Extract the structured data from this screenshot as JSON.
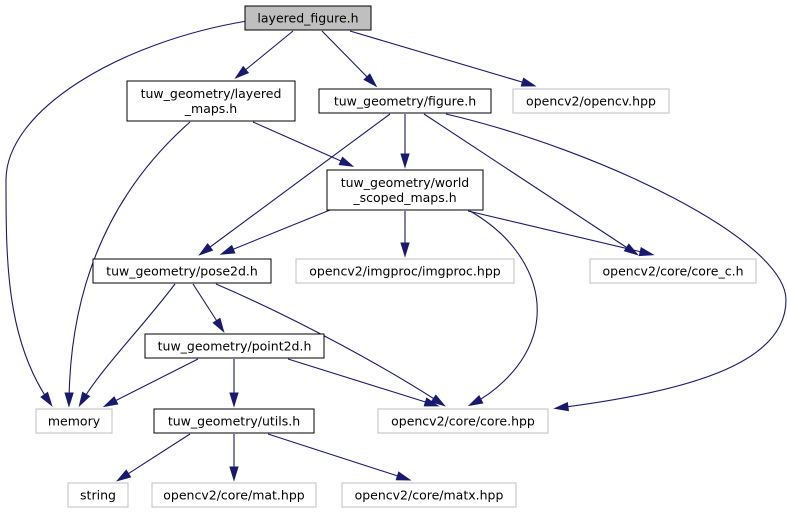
{
  "colors": {
    "edge": "#191970",
    "root_fill": "#bfbfbf",
    "root_border": "#000000",
    "documented_border": "#000000",
    "external_border": "#bfbfbf",
    "text": "#000000"
  },
  "nodes": [
    {
      "id": "layered_figure",
      "lines": [
        "layered_figure.h"
      ],
      "kind": "root"
    },
    {
      "id": "layered_maps",
      "lines": [
        "tuw_geometry/layered",
        "_maps.h"
      ],
      "kind": "documented"
    },
    {
      "id": "figure",
      "lines": [
        "tuw_geometry/figure.h"
      ],
      "kind": "documented"
    },
    {
      "id": "opencv",
      "lines": [
        "opencv2/opencv.hpp"
      ],
      "kind": "external"
    },
    {
      "id": "world_scoped",
      "lines": [
        "tuw_geometry/world",
        "_scoped_maps.h"
      ],
      "kind": "documented"
    },
    {
      "id": "pose2d",
      "lines": [
        "tuw_geometry/pose2d.h"
      ],
      "kind": "documented"
    },
    {
      "id": "imgproc",
      "lines": [
        "opencv2/imgproc/imgproc.hpp"
      ],
      "kind": "external"
    },
    {
      "id": "core_c",
      "lines": [
        "opencv2/core/core_c.h"
      ],
      "kind": "external"
    },
    {
      "id": "point2d",
      "lines": [
        "tuw_geometry/point2d.h"
      ],
      "kind": "documented"
    },
    {
      "id": "memory",
      "lines": [
        "memory"
      ],
      "kind": "external"
    },
    {
      "id": "core_hpp",
      "lines": [
        "opencv2/core/core.hpp"
      ],
      "kind": "external"
    },
    {
      "id": "utils",
      "lines": [
        "tuw_geometry/utils.h"
      ],
      "kind": "documented"
    },
    {
      "id": "string",
      "lines": [
        "string"
      ],
      "kind": "external"
    },
    {
      "id": "mat",
      "lines": [
        "opencv2/core/mat.hpp"
      ],
      "kind": "external"
    },
    {
      "id": "matx",
      "lines": [
        "opencv2/core/matx.hpp"
      ],
      "kind": "external"
    }
  ],
  "edges": [
    {
      "from": "layered_figure",
      "to": "layered_maps"
    },
    {
      "from": "layered_figure",
      "to": "figure"
    },
    {
      "from": "layered_figure",
      "to": "opencv"
    },
    {
      "from": "layered_figure",
      "to": "memory"
    },
    {
      "from": "layered_maps",
      "to": "world_scoped"
    },
    {
      "from": "layered_maps",
      "to": "memory"
    },
    {
      "from": "figure",
      "to": "world_scoped"
    },
    {
      "from": "figure",
      "to": "pose2d"
    },
    {
      "from": "figure",
      "to": "core_c"
    },
    {
      "from": "figure",
      "to": "core_hpp"
    },
    {
      "from": "world_scoped",
      "to": "pose2d"
    },
    {
      "from": "world_scoped",
      "to": "imgproc"
    },
    {
      "from": "world_scoped",
      "to": "core_c"
    },
    {
      "from": "world_scoped",
      "to": "core_hpp"
    },
    {
      "from": "pose2d",
      "to": "point2d"
    },
    {
      "from": "pose2d",
      "to": "memory"
    },
    {
      "from": "pose2d",
      "to": "core_hpp"
    },
    {
      "from": "point2d",
      "to": "utils"
    },
    {
      "from": "point2d",
      "to": "memory"
    },
    {
      "from": "point2d",
      "to": "core_hpp"
    },
    {
      "from": "utils",
      "to": "string"
    },
    {
      "from": "utils",
      "to": "mat"
    },
    {
      "from": "utils",
      "to": "matx"
    }
  ]
}
